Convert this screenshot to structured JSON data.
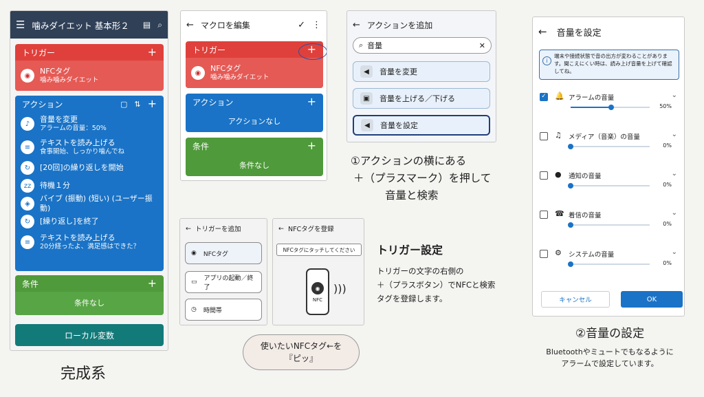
{
  "p1": {
    "title": "噛みダイエット 基本形２",
    "trigger_label": "トリガー",
    "trigger_item": {
      "title": "NFCタグ",
      "sub": "噛み噛みダイエット"
    },
    "action_label": "アクション",
    "actions": [
      {
        "icon": "♪",
        "title": "音量を変更",
        "sub": "アラームの音量：50%"
      },
      {
        "icon": "≡",
        "title": "テキストを読み上げる",
        "sub": "食事開始、しっかり噛んでね"
      },
      {
        "icon": "↻",
        "title": "[20回]の繰り返しを開始",
        "sub": ""
      },
      {
        "icon": "zz",
        "title": "待機１分",
        "sub": ""
      },
      {
        "icon": "◈",
        "title": "バイブ (振動) (短い) (ユーザー振動)",
        "sub": ""
      },
      {
        "icon": "↻",
        "title": "[繰り返し]を終了",
        "sub": ""
      },
      {
        "icon": "≡",
        "title": "テキストを読み上げる",
        "sub": "20分経ったよ、満足感はできた？"
      }
    ],
    "cond_label": "条件",
    "cond_none": "条件なし",
    "local_var": "ローカル変数"
  },
  "p1_caption": "完成系",
  "p2": {
    "title": "マクロを編集",
    "trigger_label": "トリガー",
    "trigger_item": {
      "title": "NFCタグ",
      "sub": "噛み噛みダイエット"
    },
    "action_label": "アクション",
    "action_none": "アクションなし",
    "cond_label": "条件",
    "cond_none": "条件なし"
  },
  "p3": {
    "title": "アクションを追加",
    "search_value": "音量",
    "items": [
      "音量を変更",
      "音量を上げる／下げる",
      "音量を設定"
    ]
  },
  "caption1": [
    "①アクションの横にある",
    "＋（プラスマーク）を押して",
    "音量と検索"
  ],
  "p4": {
    "title": "トリガーを追加",
    "items": [
      "NFCタグ",
      "アプリの起動／終了",
      "時間帯"
    ]
  },
  "p5": {
    "title": "NFCタグを登録",
    "prompt": "NFCタグにタッチしてください",
    "nfc_label": "NFC"
  },
  "bubble": [
    "使いたいNFCタグ←を",
    "『ピッ』"
  ],
  "trig_caption": {
    "title": "トリガー設定",
    "lines": [
      "トリガーの文字の右側の",
      "＋（プラスボタン）でNFCと検索",
      "タグを登録します。"
    ]
  },
  "p6": {
    "title": "音量を設定",
    "note": "端末や接続状態で音の出方が変わることがあります。聞こえにくい時は、読み上げ音量を上げて確認してね。",
    "rows": [
      {
        "icon": "🔔",
        "label": "アラームの音量",
        "checked": true,
        "pct": "50%",
        "value": 0.5
      },
      {
        "icon": "♫",
        "label": "メディア（音楽）の音量",
        "checked": false,
        "pct": "0%",
        "value": 0
      },
      {
        "icon": "●",
        "label": "通知の音量",
        "checked": false,
        "pct": "0%",
        "value": 0
      },
      {
        "icon": "☎",
        "label": "着信の音量",
        "checked": false,
        "pct": "0%",
        "value": 0
      },
      {
        "icon": "⚙",
        "label": "システムの音量",
        "checked": false,
        "pct": "0%",
        "value": 0
      }
    ],
    "cancel": "キャンセル",
    "ok": "OK"
  },
  "caption2": {
    "title": "②音量の設定",
    "lines": [
      "Bluetoothやミュートでもなるように",
      "アラームで設定しています。"
    ]
  }
}
